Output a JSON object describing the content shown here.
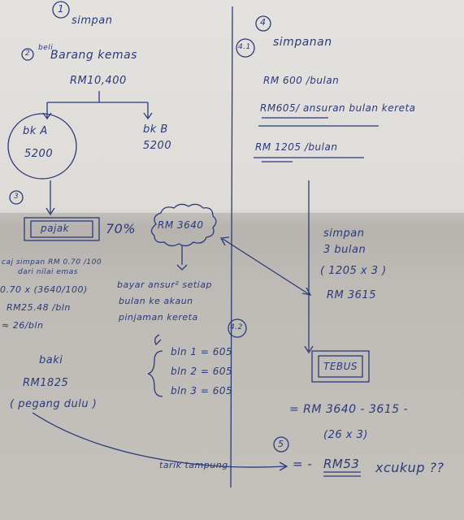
{
  "markers": {
    "m1": "1",
    "m2": "2",
    "m3": "3",
    "m4": "4",
    "m41": "4.1",
    "m42": "4.2",
    "m5": "5"
  },
  "left": {
    "simpan": "simpan",
    "beli": "beli",
    "barang_kemas": "Barang kemas",
    "total": "RM10,400",
    "bk_a": "bk A",
    "bk_a_amount": "5200",
    "bk_b": "bk B",
    "bk_b_amount": "5200",
    "pajak": "pajak",
    "percent": "70%",
    "cloud_amount": "RM 3640",
    "upah_line1": "caj simpan RM 0.70 /100",
    "upah_line2": "dari nilai emas",
    "calc_line1": "0.70 x (3640/100)",
    "calc_line2": "RM25.48 /bln",
    "calc_line3": "≈ 26/bln",
    "baki": "baki",
    "baki_amount": "RM1825",
    "pegang": "( pegang dulu )",
    "bayar_line1": "bayar ansur² setiap",
    "bayar_line2": "bulan ke akaun",
    "bayar_line3": "pinjaman kereta",
    "bln1": "bln 1 = 605",
    "bln2": "bln 2 = 605",
    "bln3": "bln 3 = 605",
    "tarik": "tarik tampung"
  },
  "right": {
    "simpanan": "simpanan",
    "rm600": "RM 600 /bulan",
    "rm605": "RM605/ ansuran bulan kereta",
    "rm1205": "RM 1205 /bulan",
    "simpan3": "simpan",
    "bulan3": "3 bulan",
    "calc": "( 1205 x 3 )",
    "rm3615": "RM 3615",
    "tebus": "TEBUS",
    "eq_line": "= RM 3640 - 3615 -",
    "eq_paren": "(26 x 3)",
    "result_prefix": "= -",
    "result": "RM53",
    "xcukup": "xcukup ??"
  }
}
